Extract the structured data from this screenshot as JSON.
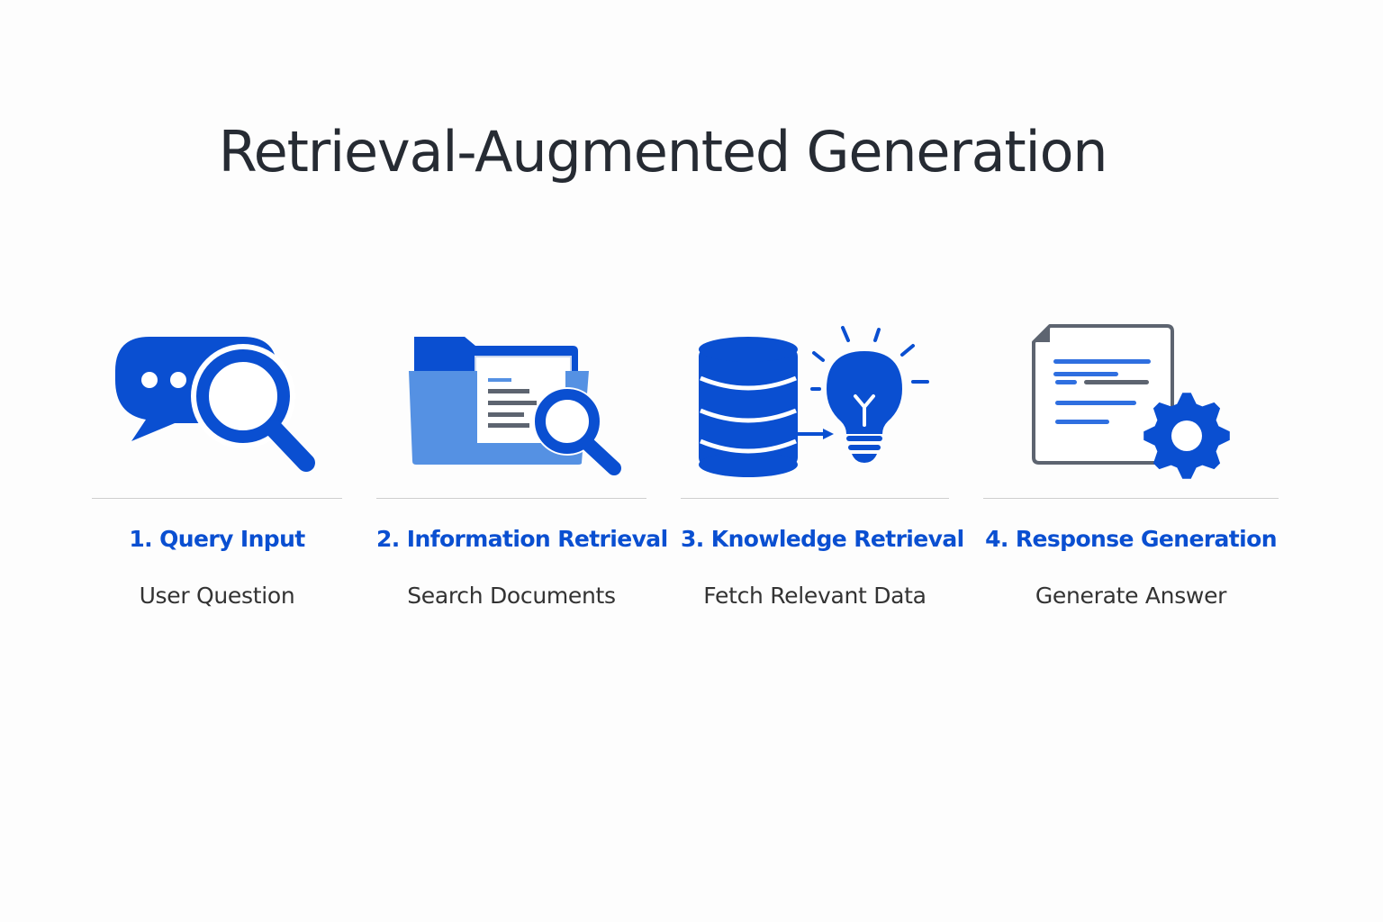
{
  "title": "Retrieval-Augmented Generation",
  "colors": {
    "accent": "#0a4fd1",
    "accent_light": "#5591e3",
    "title": "#262b33",
    "divider": "#cfcfcf",
    "icon_gray": "#5d6470"
  },
  "steps": [
    {
      "title": "1. Query Input",
      "subtitle": "User Question",
      "icon": "chat-search-icon"
    },
    {
      "title": "2. Information Retrieval",
      "subtitle": "Search Documents",
      "icon": "folder-search-icon"
    },
    {
      "title": "3. Knowledge Retrieval",
      "subtitle": "Fetch Relevant Data",
      "icon": "database-lightbulb-icon"
    },
    {
      "title": "4. Response Generation",
      "subtitle": "Generate Answer",
      "icon": "document-gear-icon"
    }
  ]
}
